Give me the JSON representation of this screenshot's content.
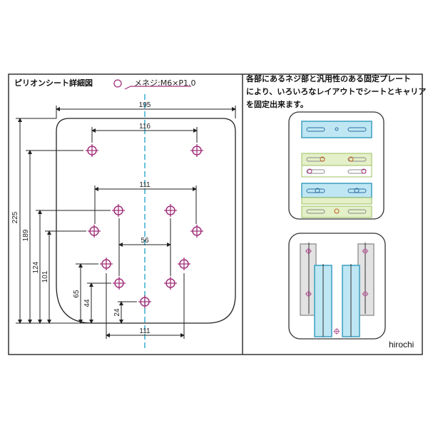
{
  "left_panel": {
    "title": "ピリオンシート詳細図",
    "legend_label": "メネジ:M6×P1.0",
    "dimensions": {
      "overall_width": "195",
      "top_holes_spacing": "116",
      "mid_holes_spacing": "111",
      "inner_holes_spacing": "56",
      "bottom_holes_spacing": "111",
      "overall_height": "225",
      "h189": "189",
      "h124": "124",
      "h101": "101",
      "h65": "65",
      "h44": "44",
      "h24": "24"
    },
    "colors": {
      "hole": "#a0307a",
      "centerline": "#2aa8c8"
    }
  },
  "right_panel": {
    "description_lines": [
      "各部にあるネジ部と汎用性のある固定プレート",
      "により、いろいろなレイアウトでシートとキャリア",
      "を固定出来ます。"
    ],
    "colors": {
      "blue_plate": "#bfe6f3",
      "green_plate": "#e4f0c8",
      "gray_plate": "#e2e2e2"
    }
  },
  "watermark": "hirochi"
}
